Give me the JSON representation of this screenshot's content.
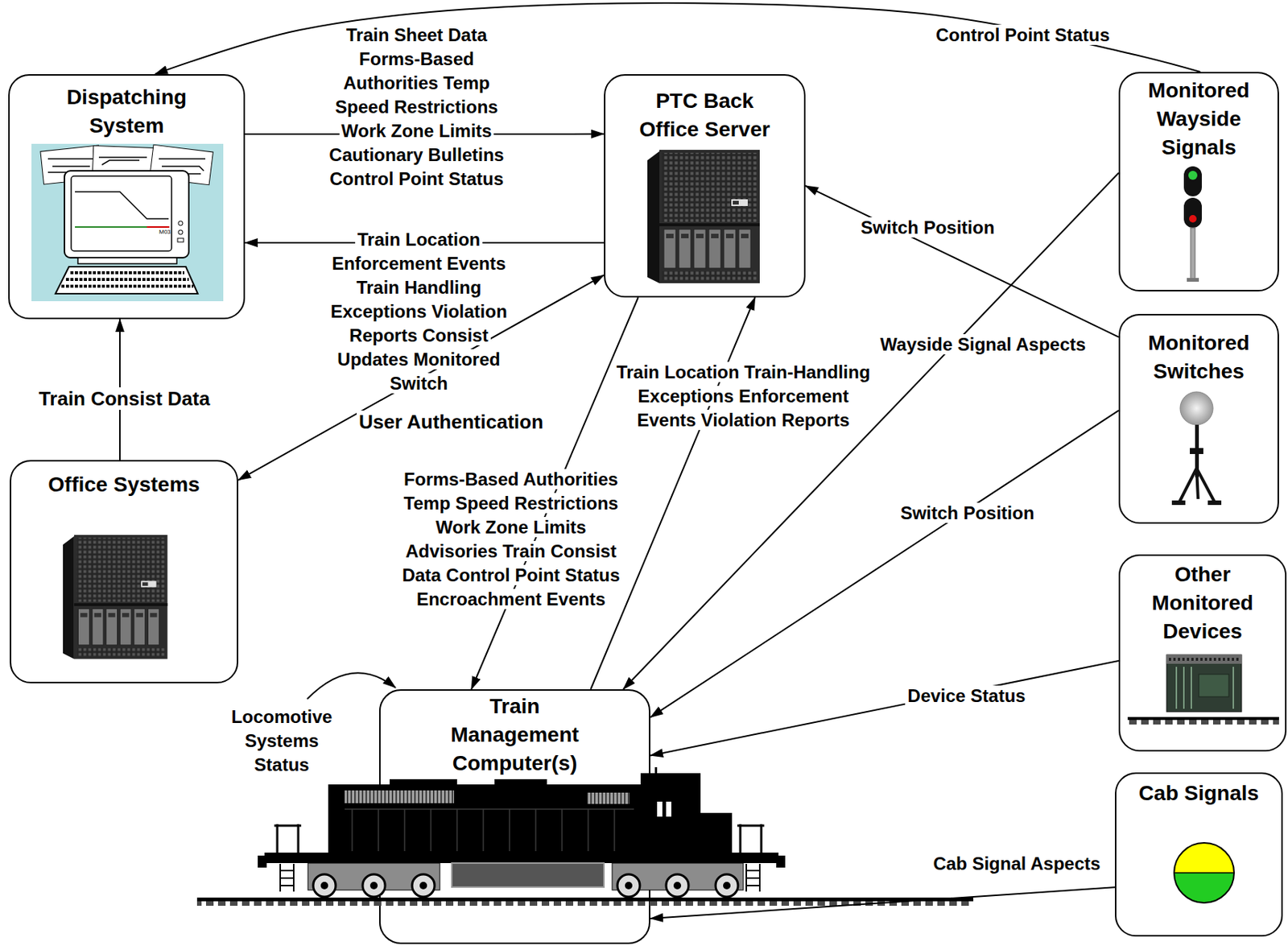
{
  "diagram": {
    "nodes": [
      {
        "text": [
          "Dispatching System"
        ]
      },
      {
        "text": [
          "PTC Back Office Server"
        ]
      },
      {
        "text": [
          "Monitored Wayside Signals"
        ]
      },
      {
        "text": [
          "Monitored Switches"
        ]
      },
      {
        "text": [
          "Office Systems"
        ]
      },
      {
        "text": [
          "Other Monitored Devices"
        ]
      },
      {
        "text": [
          "Train Management Computer(s)"
        ]
      },
      {
        "text": [
          "Cab Signals"
        ]
      }
    ],
    "edges": [
      {
        "from": 2,
        "to": 0,
        "label": "Control Point Status",
        "arrow": "to"
      },
      {
        "from": 0,
        "to": 1,
        "label": "Train Sheet Data Forms-Based Authorities Temp Speed Restrictions Work Zone Limits Cautionary Bulletins Control Point Status",
        "arrow": "to"
      },
      {
        "from": 1,
        "to": 0,
        "label": "Train Location Enforcement Events Train Handling Exceptions Violation Reports Consist Updates Monitored Switch",
        "arrow": "to"
      },
      {
        "from": 4,
        "to": 0,
        "label": "Train Consist Data",
        "arrow": "to"
      },
      {
        "from": 4,
        "to": 1,
        "label": "User Authentication",
        "arrow": "both"
      },
      {
        "from": 1,
        "to": 6,
        "label": "Forms-Based Authorities Temp Speed Restrictions Work Zone Limits Advisories Train Consist Data Control Point Status Encroachment Events",
        "arrow": "to"
      },
      {
        "from": 6,
        "to": 1,
        "label": "Train Location Train-Handling Exceptions Enforcement Events Violation Reports",
        "arrow": "to"
      },
      {
        "from": 3,
        "to": 1,
        "label": "Switch Position",
        "arrow": "to"
      },
      {
        "from": 2,
        "to": 6,
        "label": "Wayside Signal Aspects",
        "arrow": "to"
      },
      {
        "from": 3,
        "to": 6,
        "label": "Switch Position",
        "arrow": "to"
      },
      {
        "from": 5,
        "to": 6,
        "label": "Device Status",
        "arrow": "to"
      },
      {
        "from": 7,
        "to": 6,
        "label": "Cab Signal Aspects",
        "arrow": "to"
      }
    ],
    "labels": [
      "M03",
      "Locomotive Systems Status"
    ]
  }
}
